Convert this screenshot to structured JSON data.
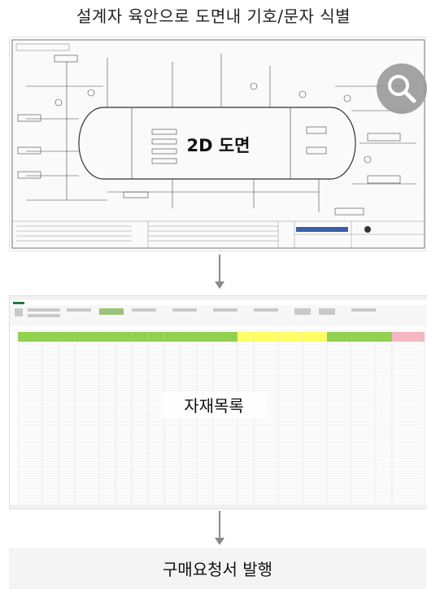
{
  "header": {
    "title": "설계자 육안으로 도면내 기호/문자 식별"
  },
  "drawing": {
    "label": "2D 도면",
    "icon": "magnifier-icon"
  },
  "sheet": {
    "label": "자재목록"
  },
  "footer": {
    "label": "구매요청서 발행"
  },
  "colors": {
    "arrow": "#8a8a8a",
    "badge": "#9a9a9a",
    "sheet_header_green": "#92d050",
    "sheet_header_yellow": "#ffff66",
    "sheet_header_pink": "#f4b6c2"
  }
}
